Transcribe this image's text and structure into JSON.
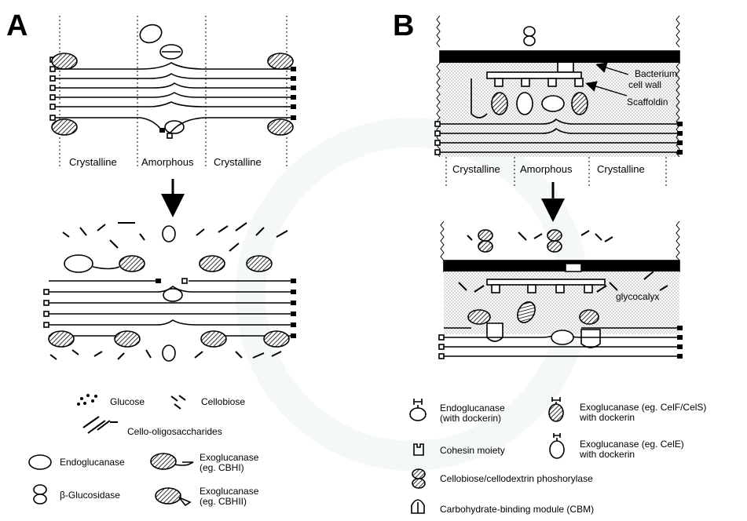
{
  "panels": {
    "a": "A",
    "b": "B"
  },
  "regions": {
    "a": [
      "Crystalline",
      "Amorphous",
      "Crystalline"
    ],
    "b": [
      "Crystalline",
      "Amorphous",
      "Crystalline"
    ]
  },
  "annotations": {
    "bacterium": [
      "Bacterium",
      "cell wall"
    ],
    "scaffoldin": "Scaffoldin",
    "glycocalyx": "glycocalyx"
  },
  "legend_a": {
    "glucose": "Glucose",
    "cellobiose": "Cellobiose",
    "cello_oligo": "Cello-oligosaccharides",
    "endoglucanase": "Endoglucanase",
    "exo_cbhi": [
      "Exoglucanase",
      "(eg. CBHI)"
    ],
    "beta_glucosidase": "β-Glucosidase",
    "exo_cbhii": [
      "Exoglucanase",
      "(eg. CBHII)"
    ]
  },
  "legend_b": {
    "endo_dock": [
      "Endoglucanase",
      "(with dockerin)"
    ],
    "exo_celf": [
      "Exoglucanase (eg. CelF/CelS)",
      "with dockerin"
    ],
    "cohesin": "Cohesin moiety",
    "exo_cele": [
      "Exoglucanase (eg. CelE)",
      "with dockerin"
    ],
    "phosphorylase": "Cellobiose/cellodextrin phoshorylase",
    "cbm": "Carbohydrate-binding module (CBM)"
  },
  "colors": {
    "ink": "#000000",
    "stipple": "#b8b8b8",
    "watermark": "#e3ede3"
  }
}
